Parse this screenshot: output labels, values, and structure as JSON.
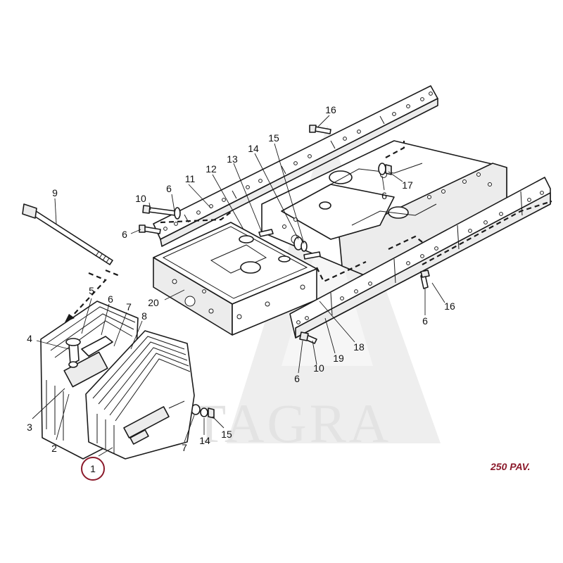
{
  "watermark": {
    "text": "ETAGRA",
    "color": "#e3e3e3"
  },
  "page_reference": {
    "text": "250 PAV.",
    "color": "#8b1a2b"
  },
  "highlight_color": "#8b1a2b",
  "callouts": [
    {
      "id": "c1",
      "label": "1",
      "highlighted": true
    },
    {
      "id": "c2",
      "label": "2"
    },
    {
      "id": "c3",
      "label": "3"
    },
    {
      "id": "c4",
      "label": "4"
    },
    {
      "id": "c5",
      "label": "5"
    },
    {
      "id": "c6a",
      "label": "6"
    },
    {
      "id": "c7a",
      "label": "7"
    },
    {
      "id": "c8",
      "label": "8"
    },
    {
      "id": "c9",
      "label": "9"
    },
    {
      "id": "c10a",
      "label": "10"
    },
    {
      "id": "c6b",
      "label": "6"
    },
    {
      "id": "c6c",
      "label": "6"
    },
    {
      "id": "c11",
      "label": "11"
    },
    {
      "id": "c12",
      "label": "12"
    },
    {
      "id": "c13",
      "label": "13"
    },
    {
      "id": "c14a",
      "label": "14"
    },
    {
      "id": "c15a",
      "label": "15"
    },
    {
      "id": "c16a",
      "label": "16"
    },
    {
      "id": "c6d",
      "label": "6"
    },
    {
      "id": "c17",
      "label": "17"
    },
    {
      "id": "c20",
      "label": "20"
    },
    {
      "id": "c6e",
      "label": "6"
    },
    {
      "id": "c16b",
      "label": "16"
    },
    {
      "id": "c18",
      "label": "18"
    },
    {
      "id": "c19",
      "label": "19"
    },
    {
      "id": "c10b",
      "label": "10"
    },
    {
      "id": "c6f",
      "label": "6"
    },
    {
      "id": "c7b",
      "label": "7"
    },
    {
      "id": "c14b",
      "label": "14"
    },
    {
      "id": "c15b",
      "label": "15"
    }
  ]
}
